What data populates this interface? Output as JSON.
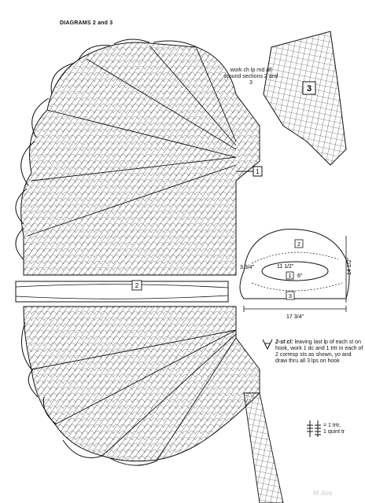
{
  "diagram": {
    "title": "DIAGRAMS 2 and 3",
    "note": "work ch lp rnd all around sections 2 and 3",
    "instruction_heading": "2-st cl:",
    "instruction_body": "leaving last lp of each st on hook, work 1 dc and 1 trtr in each of 2 corresp sts as shown, yo and draw thru all 3 lps on hook",
    "legend_lines": [
      "= 1 trtr,",
      "1 quint tr"
    ],
    "section_labels": {
      "one": "1",
      "two": "2",
      "three": "3"
    },
    "schematic": {
      "label_2": "2",
      "label_1": "1",
      "label_3": "3",
      "width_top": "11 1/2\"",
      "depth": "6\"",
      "side_left": "3 3/4\"",
      "height_right": "14 1/2\"",
      "width_bottom": "17 3/4\""
    },
    "signature": "M.Jore"
  }
}
